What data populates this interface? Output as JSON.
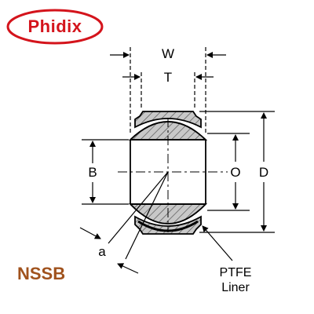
{
  "brand": {
    "name": "Phidix",
    "color": "#d4141c"
  },
  "model": {
    "code": "NSSB",
    "color": "#a0521d"
  },
  "dimensions": {
    "W": "W",
    "T": "T",
    "B": "B",
    "O": "O",
    "D": "D",
    "a": "a"
  },
  "liner": {
    "line1": "PTFE",
    "line2": "Liner"
  }
}
